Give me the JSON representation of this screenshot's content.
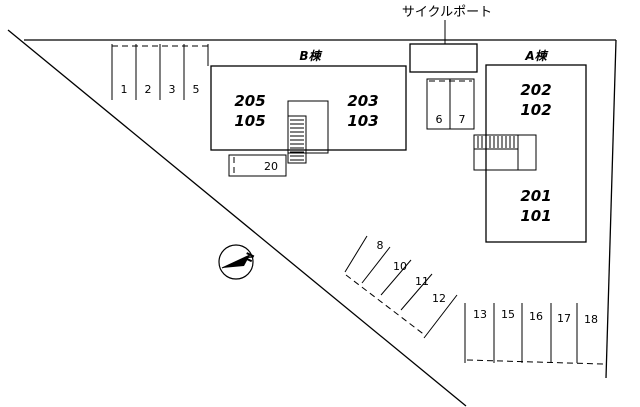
{
  "cycle_port_label": "サイクルポート",
  "building_b": {
    "name": "B棟",
    "units_left": [
      "205",
      "105"
    ],
    "units_right": [
      "203",
      "103"
    ]
  },
  "building_a": {
    "name": "A棟",
    "units_top": [
      "202",
      "102"
    ],
    "units_bottom": [
      "201",
      "101"
    ]
  },
  "parking_top_left": [
    "1",
    "2",
    "3",
    "5"
  ],
  "parking_mid": [
    "6",
    "7"
  ],
  "parking_single": "20",
  "parking_diagonal": [
    "8",
    "10",
    "11",
    "12"
  ],
  "parking_bottom_right": [
    "13",
    "15",
    "16",
    "17",
    "18"
  ],
  "north_mark": "N"
}
